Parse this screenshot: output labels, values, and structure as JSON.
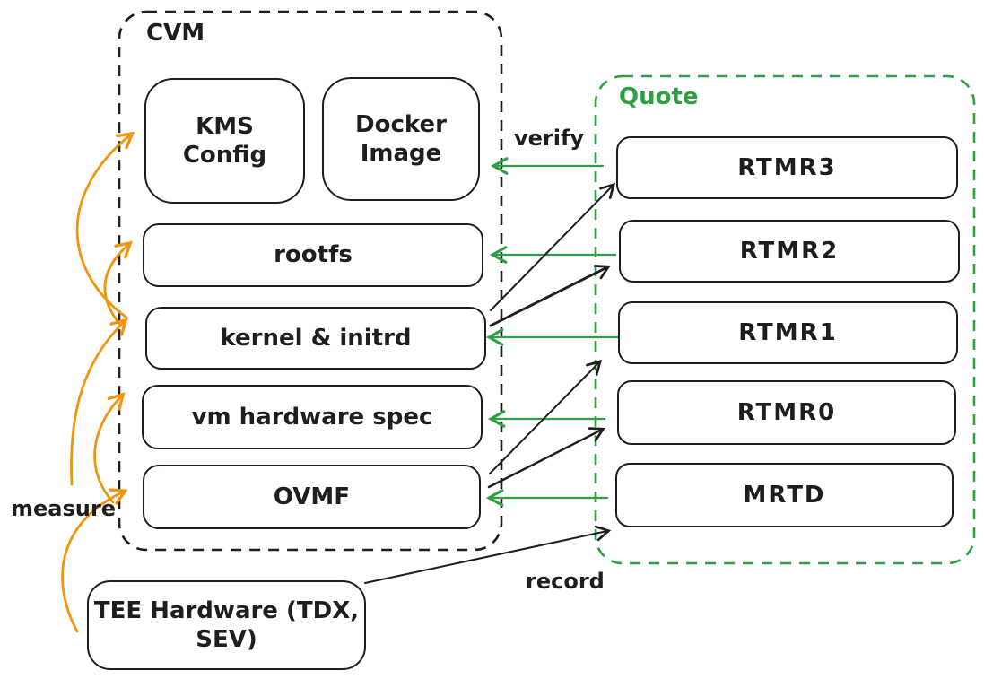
{
  "diagram": {
    "colors": {
      "ink": "#1e1e1e",
      "green": "#2f9e44",
      "orange": "#f0950c",
      "background": "#ffffff"
    },
    "cvm": {
      "title": "CVM",
      "boxes": {
        "kms": "KMS Config",
        "docker": "Docker Image",
        "rootfs": "rootfs",
        "kernel": "kernel & initrd",
        "vmspec": "vm hardware spec",
        "ovmf": "OVMF"
      }
    },
    "quote": {
      "title": "Quote",
      "boxes": {
        "rtmr3": "RTMR3",
        "rtmr2": "RTMR2",
        "rtmr1": "RTMR1",
        "rtmr0": "RTMR0",
        "mrtd": "MRTD"
      }
    },
    "tee": {
      "label": "TEE Hardware (TDX, SEV)"
    },
    "edge_labels": {
      "measure": "measure",
      "verify": "verify",
      "record": "record"
    },
    "edges": {
      "verify": [
        {
          "from": "RTMR3",
          "to": "CVM"
        },
        {
          "from": "RTMR2",
          "to": "rootfs"
        },
        {
          "from": "RTMR1",
          "to": "kernel & initrd"
        },
        {
          "from": "RTMR0",
          "to": "vm hardware spec"
        },
        {
          "from": "MRTD",
          "to": "OVMF"
        }
      ],
      "record": [
        {
          "from": "kernel & initrd",
          "to": "RTMR3"
        },
        {
          "from": "kernel & initrd",
          "to": "RTMR2"
        },
        {
          "from": "OVMF",
          "to": "RTMR1"
        },
        {
          "from": "OVMF",
          "to": "RTMR0"
        },
        {
          "from": "TEE Hardware (TDX, SEV)",
          "to": "MRTD"
        }
      ],
      "measure": [
        {
          "from": "TEE Hardware (TDX, SEV)",
          "to": "OVMF"
        },
        {
          "from": "OVMF",
          "to": "vm hardware spec"
        },
        {
          "from": "OVMF",
          "to": "kernel & initrd"
        },
        {
          "from": "kernel & initrd",
          "to": "rootfs"
        },
        {
          "from": "kernel & initrd",
          "to": "KMS Config"
        }
      ]
    }
  }
}
